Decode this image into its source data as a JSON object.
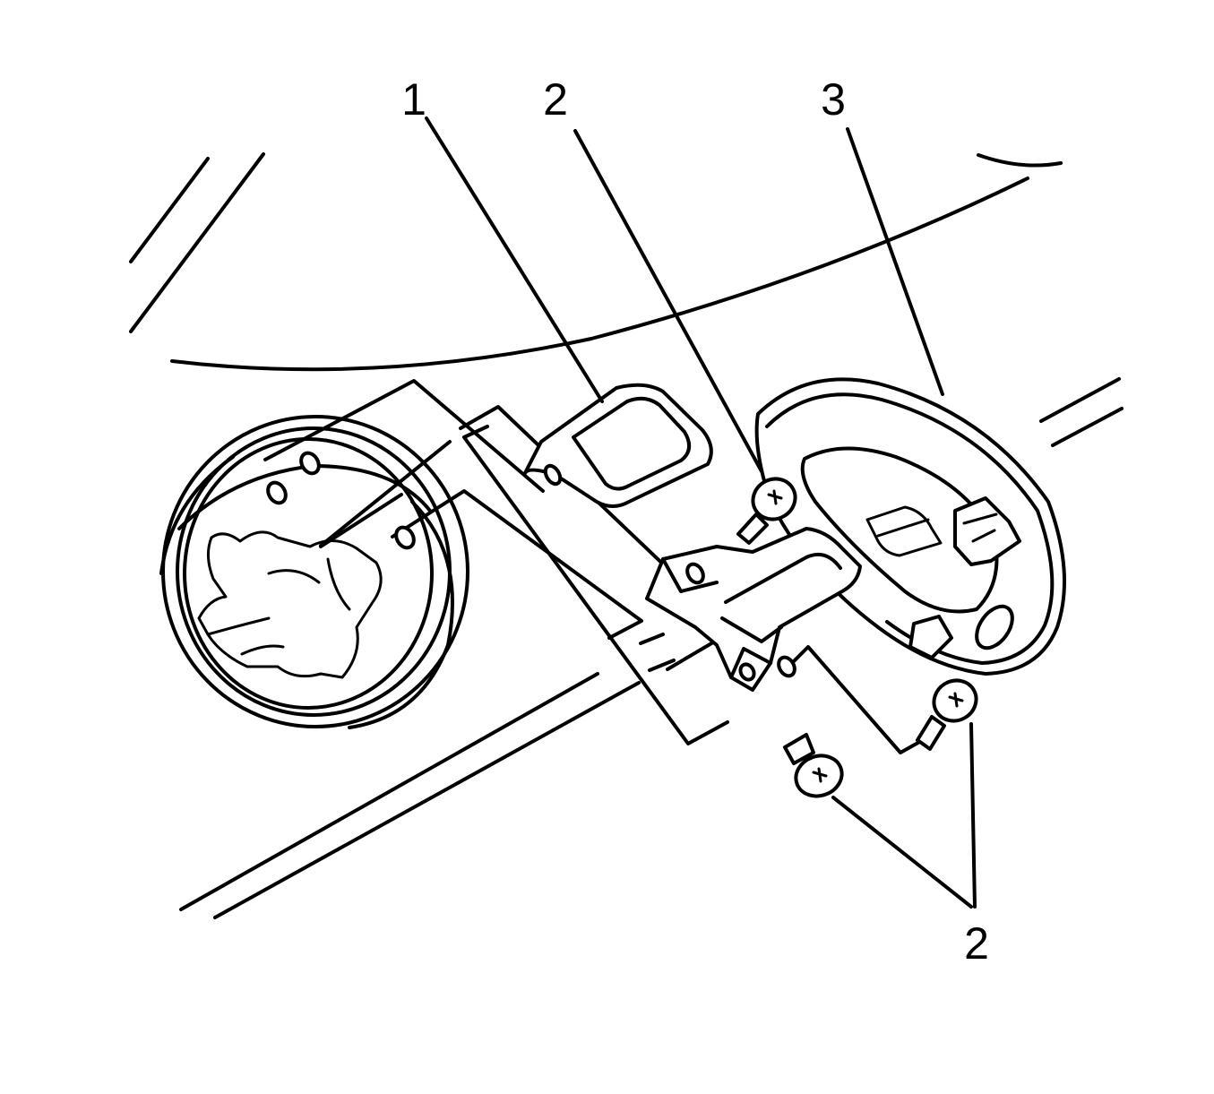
{
  "callouts": {
    "c1": "1",
    "c2_top": "2",
    "c3": "3",
    "c2_bottom": "2"
  },
  "colors": {
    "line": "#000000",
    "background": "#ffffff"
  }
}
